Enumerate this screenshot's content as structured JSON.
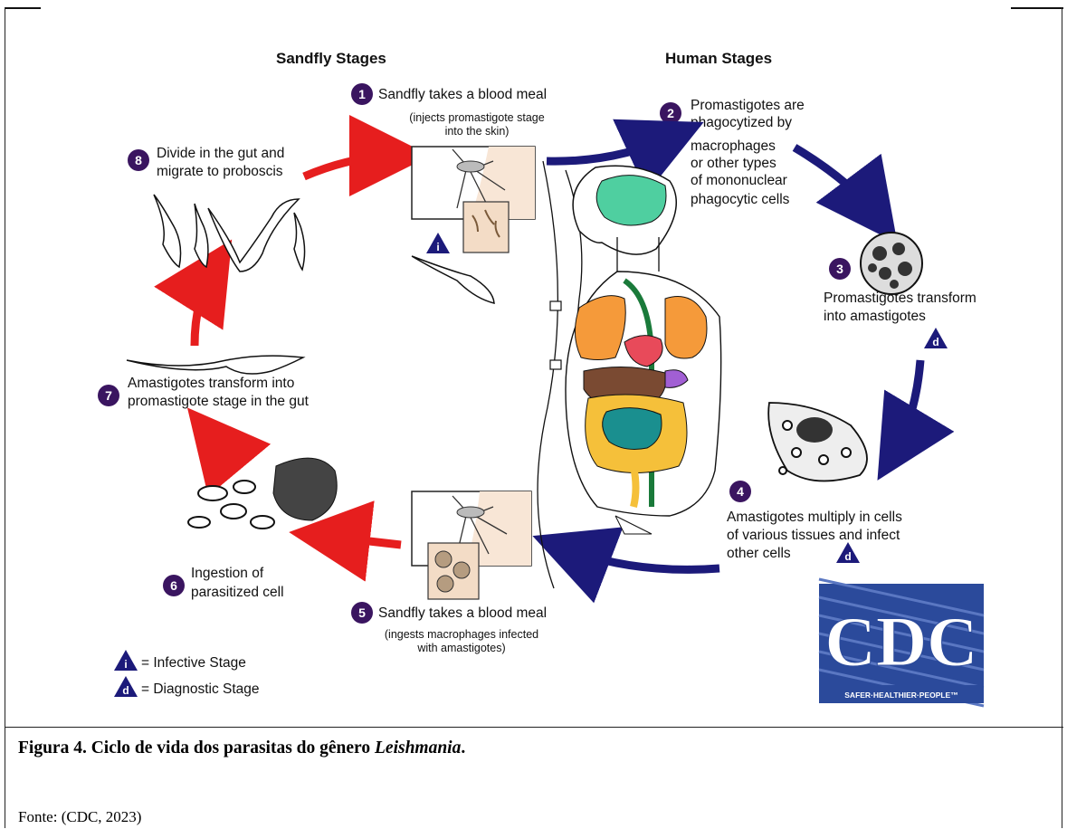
{
  "headers": {
    "sandfly": "Sandfly Stages",
    "human": "Human Stages"
  },
  "steps": {
    "s1": {
      "num": "1",
      "line1": "Sandfly takes a blood meal",
      "sub1": "(injects promastigote stage",
      "sub2": "into the skin)"
    },
    "s2": {
      "num": "2",
      "l1": "Promastigotes are",
      "l2": "phagocytized by",
      "l3": "macrophages",
      "l4": "or other types",
      "l5": "of mononuclear",
      "l6": "phagocytic cells"
    },
    "s3": {
      "num": "3",
      "l1": "Promastigotes transform",
      "l2": "into amastigotes"
    },
    "s4": {
      "num": "4",
      "l1": "Amastigotes multiply in cells",
      "l2": "of various tissues and infect",
      "l3": "other cells"
    },
    "s5": {
      "num": "5",
      "line1": "Sandfly takes a blood meal",
      "sub1": "(ingests macrophages infected",
      "sub2": "with amastigotes)"
    },
    "s6": {
      "num": "6",
      "l1": "Ingestion of",
      "l2": "parasitized cell"
    },
    "s7": {
      "num": "7",
      "l1": "Amastigotes transform into",
      "l2": "promastigote stage in  the gut"
    },
    "s8": {
      "num": "8",
      "l1": "Divide in the gut and",
      "l2": "migrate to proboscis"
    }
  },
  "badges": {
    "infective": "i",
    "diagnostic": "d"
  },
  "legend": {
    "infective": "= Infective Stage",
    "diagnostic": "= Diagnostic Stage"
  },
  "logo": {
    "text": "CDC",
    "tagline": "SAFER·HEALTHIER·PEOPLE™"
  },
  "caption": {
    "prefix": "Figura 4. Ciclo de vida dos parasitas do gênero ",
    "italic": "Leishmania",
    "suffix": "."
  },
  "source": "Fonte: (CDC, 2023)",
  "colors": {
    "human_arrows": "#1c1a7a",
    "sandfly_arrows": "#e61e1e",
    "step_circle": "#3a1560",
    "logo_blue": "#2b4a9b"
  }
}
